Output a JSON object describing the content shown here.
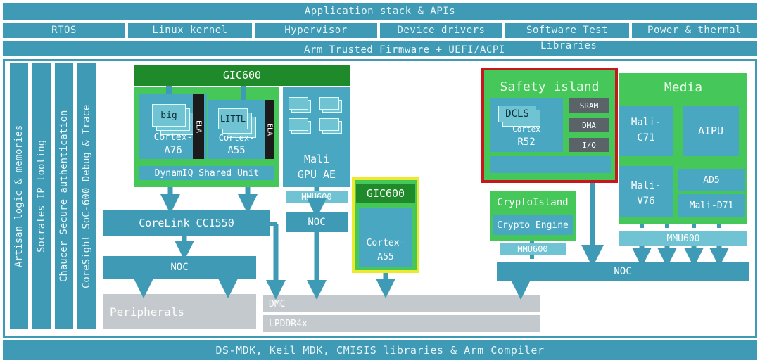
{
  "top": {
    "app_stack": "Application stack & APIs",
    "row2": [
      "RTOS",
      "Linux kernel",
      "Hypervisor",
      "Device drivers",
      "Software Test",
      "Power & thermal"
    ],
    "firmware": "Arm Trusted Firmware + UEFI/ACPI",
    "libraries": "Libraries"
  },
  "left_vertical": [
    "Artisan logic & memories",
    "Socrates IP tooling",
    "Chaucer Secure authentication",
    "CoreSight SoC-600 Debug & Trace"
  ],
  "cpu": {
    "gic": "GIC600",
    "big": "big",
    "big_cortex": "Cortex-",
    "big_core": "A76",
    "ela": "ELA",
    "little": "LITTL",
    "little_cortex": "Cortex-",
    "little_core": "A55",
    "dsu": "DynamIQ Shared Unit"
  },
  "gpu": {
    "name1": "Mali",
    "name2": "GPU AE",
    "mmu": "MMU600",
    "noc": "NOC"
  },
  "gic2": {
    "label": "GIC600",
    "core1": "Cortex-",
    "core2": "A55"
  },
  "interconnect": {
    "cci": "CoreLink CCI550",
    "noc_left": "NOC",
    "peripherals": "Peripherals",
    "dmc": "DMC",
    "lpddr": "LPDDR4x",
    "noc_right": "NOC"
  },
  "safety": {
    "title": "Safety island",
    "dcls": "DCLS",
    "cortex": "Cortex",
    "r52": "R52",
    "sram": "SRAM",
    "dma": "DMA",
    "io": "I/O"
  },
  "media": {
    "title": "Media",
    "c71a": "Mali-",
    "c71b": "C71",
    "aipu": "AIPU",
    "v76a": "Mali-",
    "v76b": "V76",
    "ad5": "AD5",
    "d71": "Mali-D71",
    "mmu": "MMU600"
  },
  "crypto": {
    "island": "CryptoIsland",
    "engine": "Crypto Engine",
    "mmu": "MMU600"
  },
  "bottom": "DS-MDK, Keil MDK, CMISIS libraries & Arm Compiler",
  "colors": {
    "teal": "#3f9ab5",
    "green": "#46c75a",
    "red": "#c8161d",
    "yellow": "#ecea2a"
  }
}
